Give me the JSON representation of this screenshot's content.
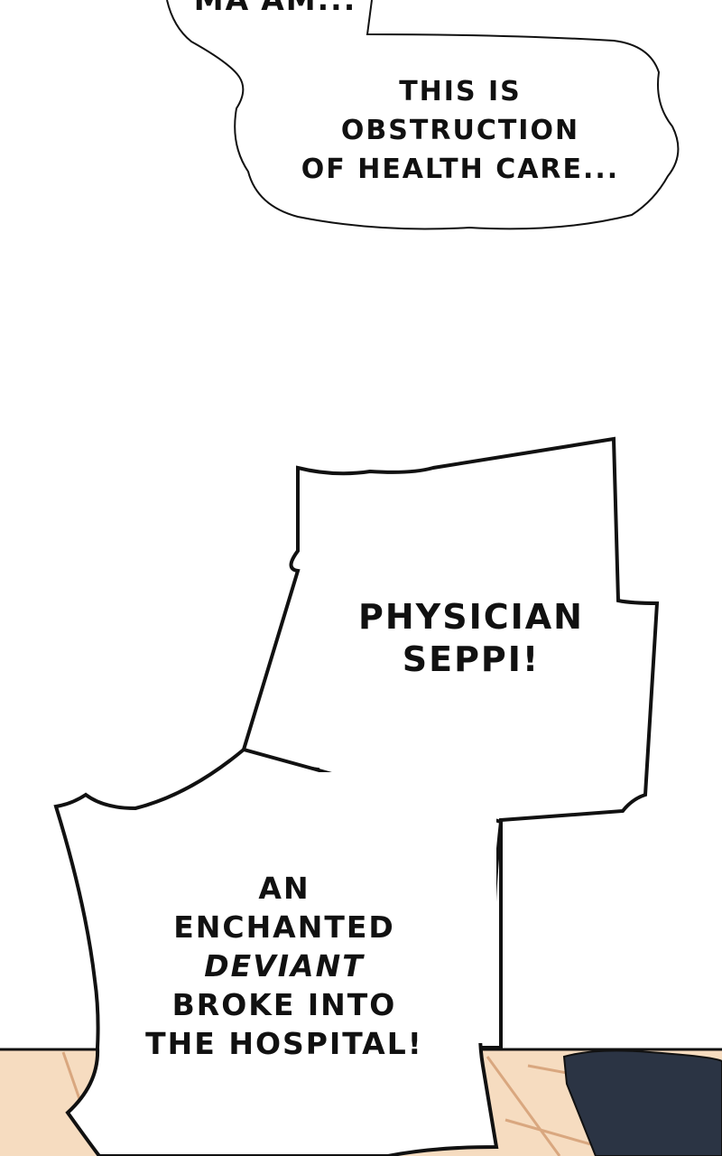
{
  "bubbles": {
    "top_partial": {
      "text": "MA'AM..."
    },
    "obstruction": {
      "lines": [
        "THIS IS",
        "OBSTRUCTION",
        "OF HEALTH CARE..."
      ]
    },
    "physician": {
      "lines": [
        "PHYSICIAN",
        "SEPPI!"
      ]
    },
    "deviant": {
      "lines": [
        "AN",
        "ENCHANTED",
        "DEVIANT",
        "BROKE INTO",
        "THE HOSPITAL!"
      ]
    }
  },
  "colors": {
    "skin": "#f6dcc0",
    "hair": "#2b3444",
    "tile_line": "#d9a77f",
    "ink": "#111111"
  }
}
